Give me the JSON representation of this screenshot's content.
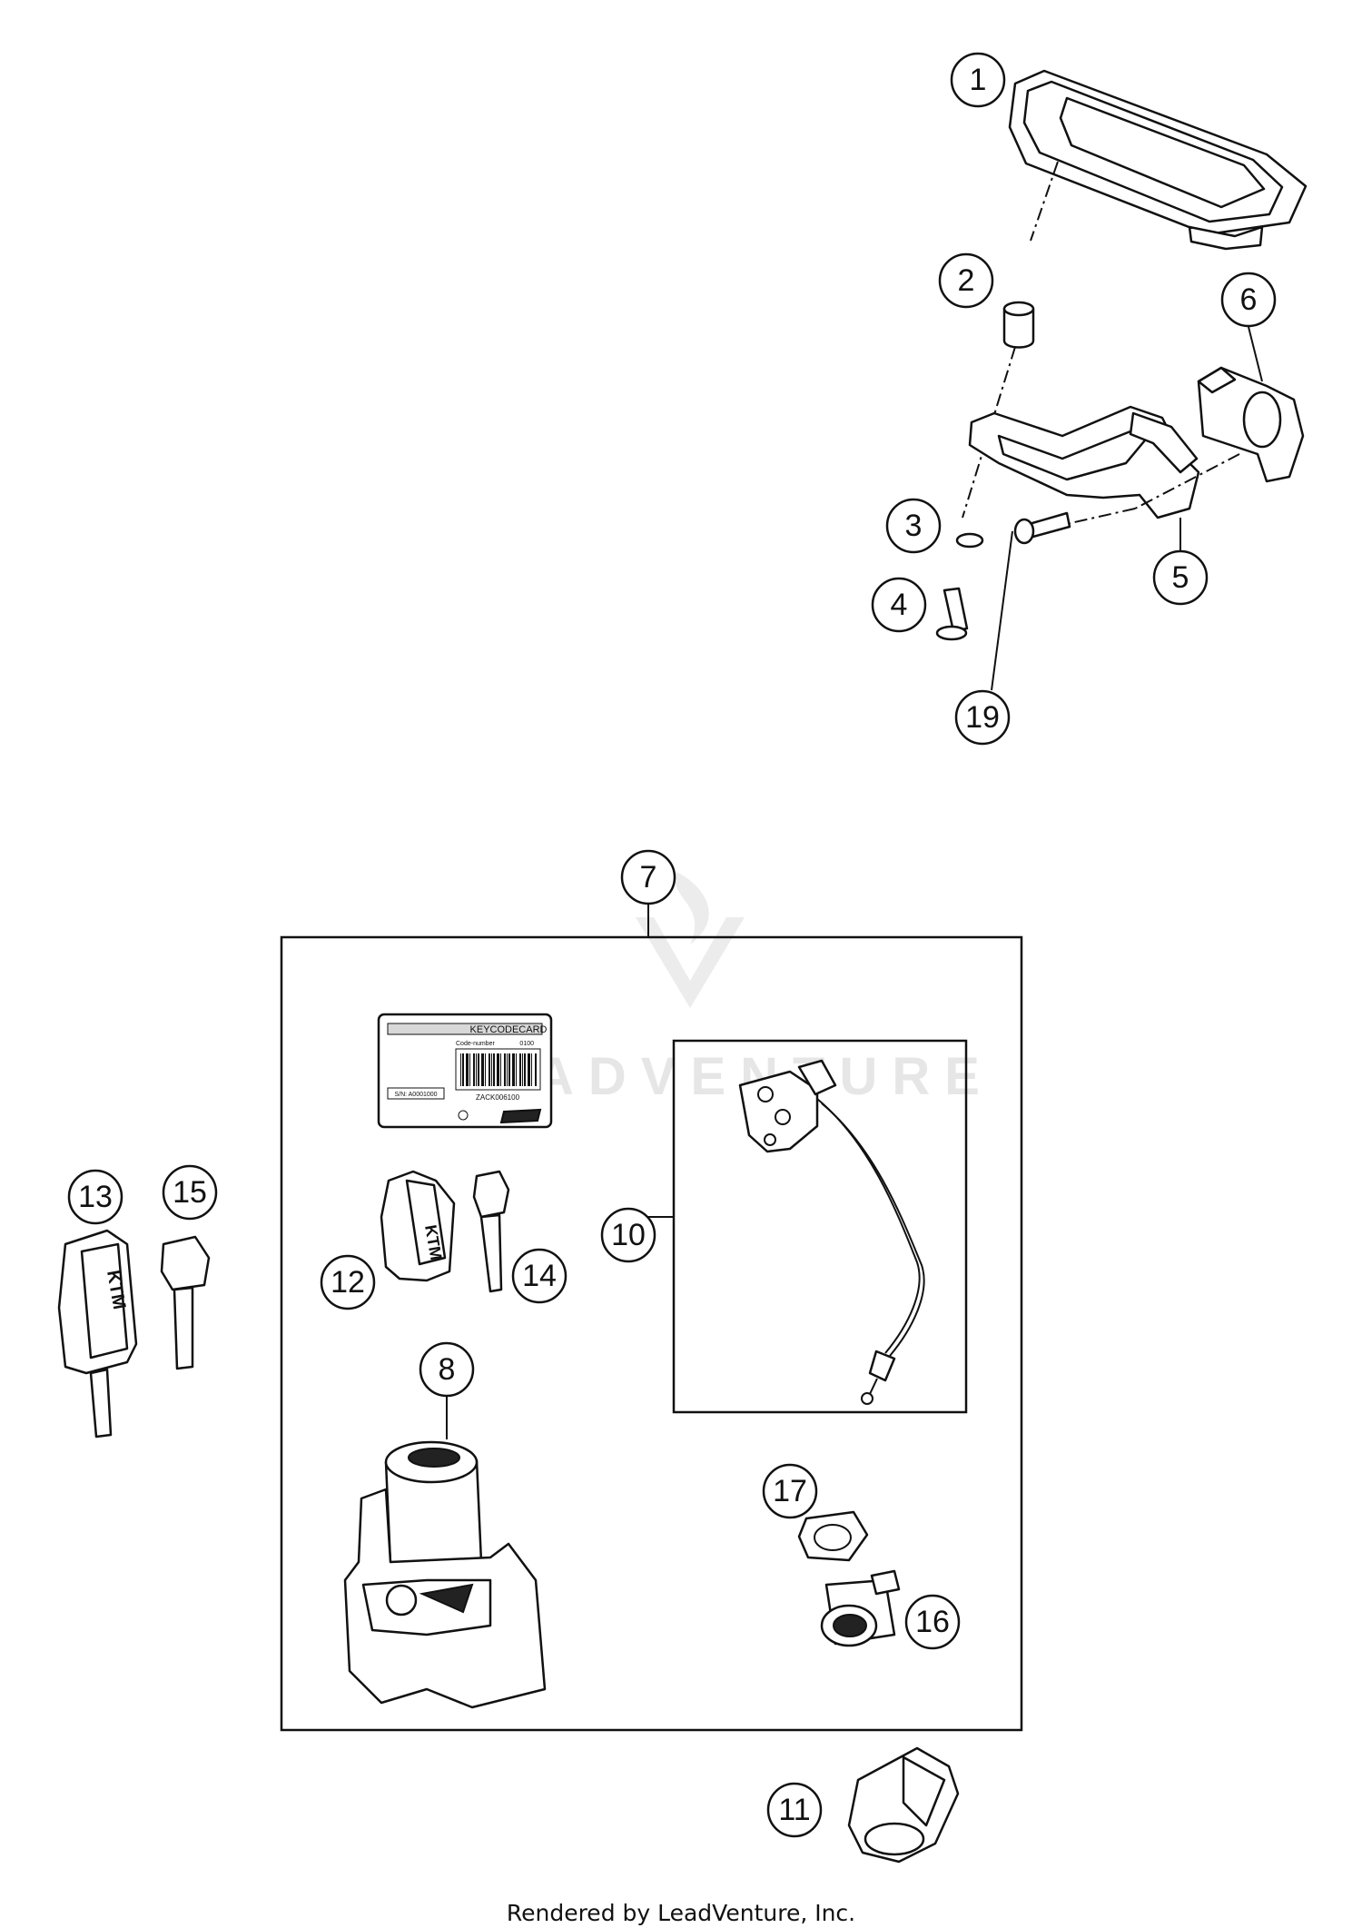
{
  "watermark": {
    "text": "ADVENTURE"
  },
  "keycodecard": {
    "title": "KEYCODECARD",
    "code_label": "Code-number",
    "code_value": "0100",
    "barcode_text": "ZACK006100",
    "serial_text": "S/N: A0001000"
  },
  "callouts": [
    {
      "id": "1",
      "label": "1"
    },
    {
      "id": "2",
      "label": "2"
    },
    {
      "id": "3",
      "label": "3"
    },
    {
      "id": "4",
      "label": "4"
    },
    {
      "id": "5",
      "label": "5"
    },
    {
      "id": "6",
      "label": "6"
    },
    {
      "id": "19",
      "label": "19"
    },
    {
      "id": "7",
      "label": "7"
    },
    {
      "id": "13",
      "label": "13"
    },
    {
      "id": "15",
      "label": "15"
    },
    {
      "id": "12",
      "label": "12"
    },
    {
      "id": "14",
      "label": "14"
    },
    {
      "id": "10",
      "label": "10"
    },
    {
      "id": "8",
      "label": "8"
    },
    {
      "id": "17",
      "label": "17"
    },
    {
      "id": "16",
      "label": "16"
    },
    {
      "id": "11",
      "label": "11"
    }
  ],
  "footer": {
    "text": "Rendered by LeadVenture, Inc."
  }
}
